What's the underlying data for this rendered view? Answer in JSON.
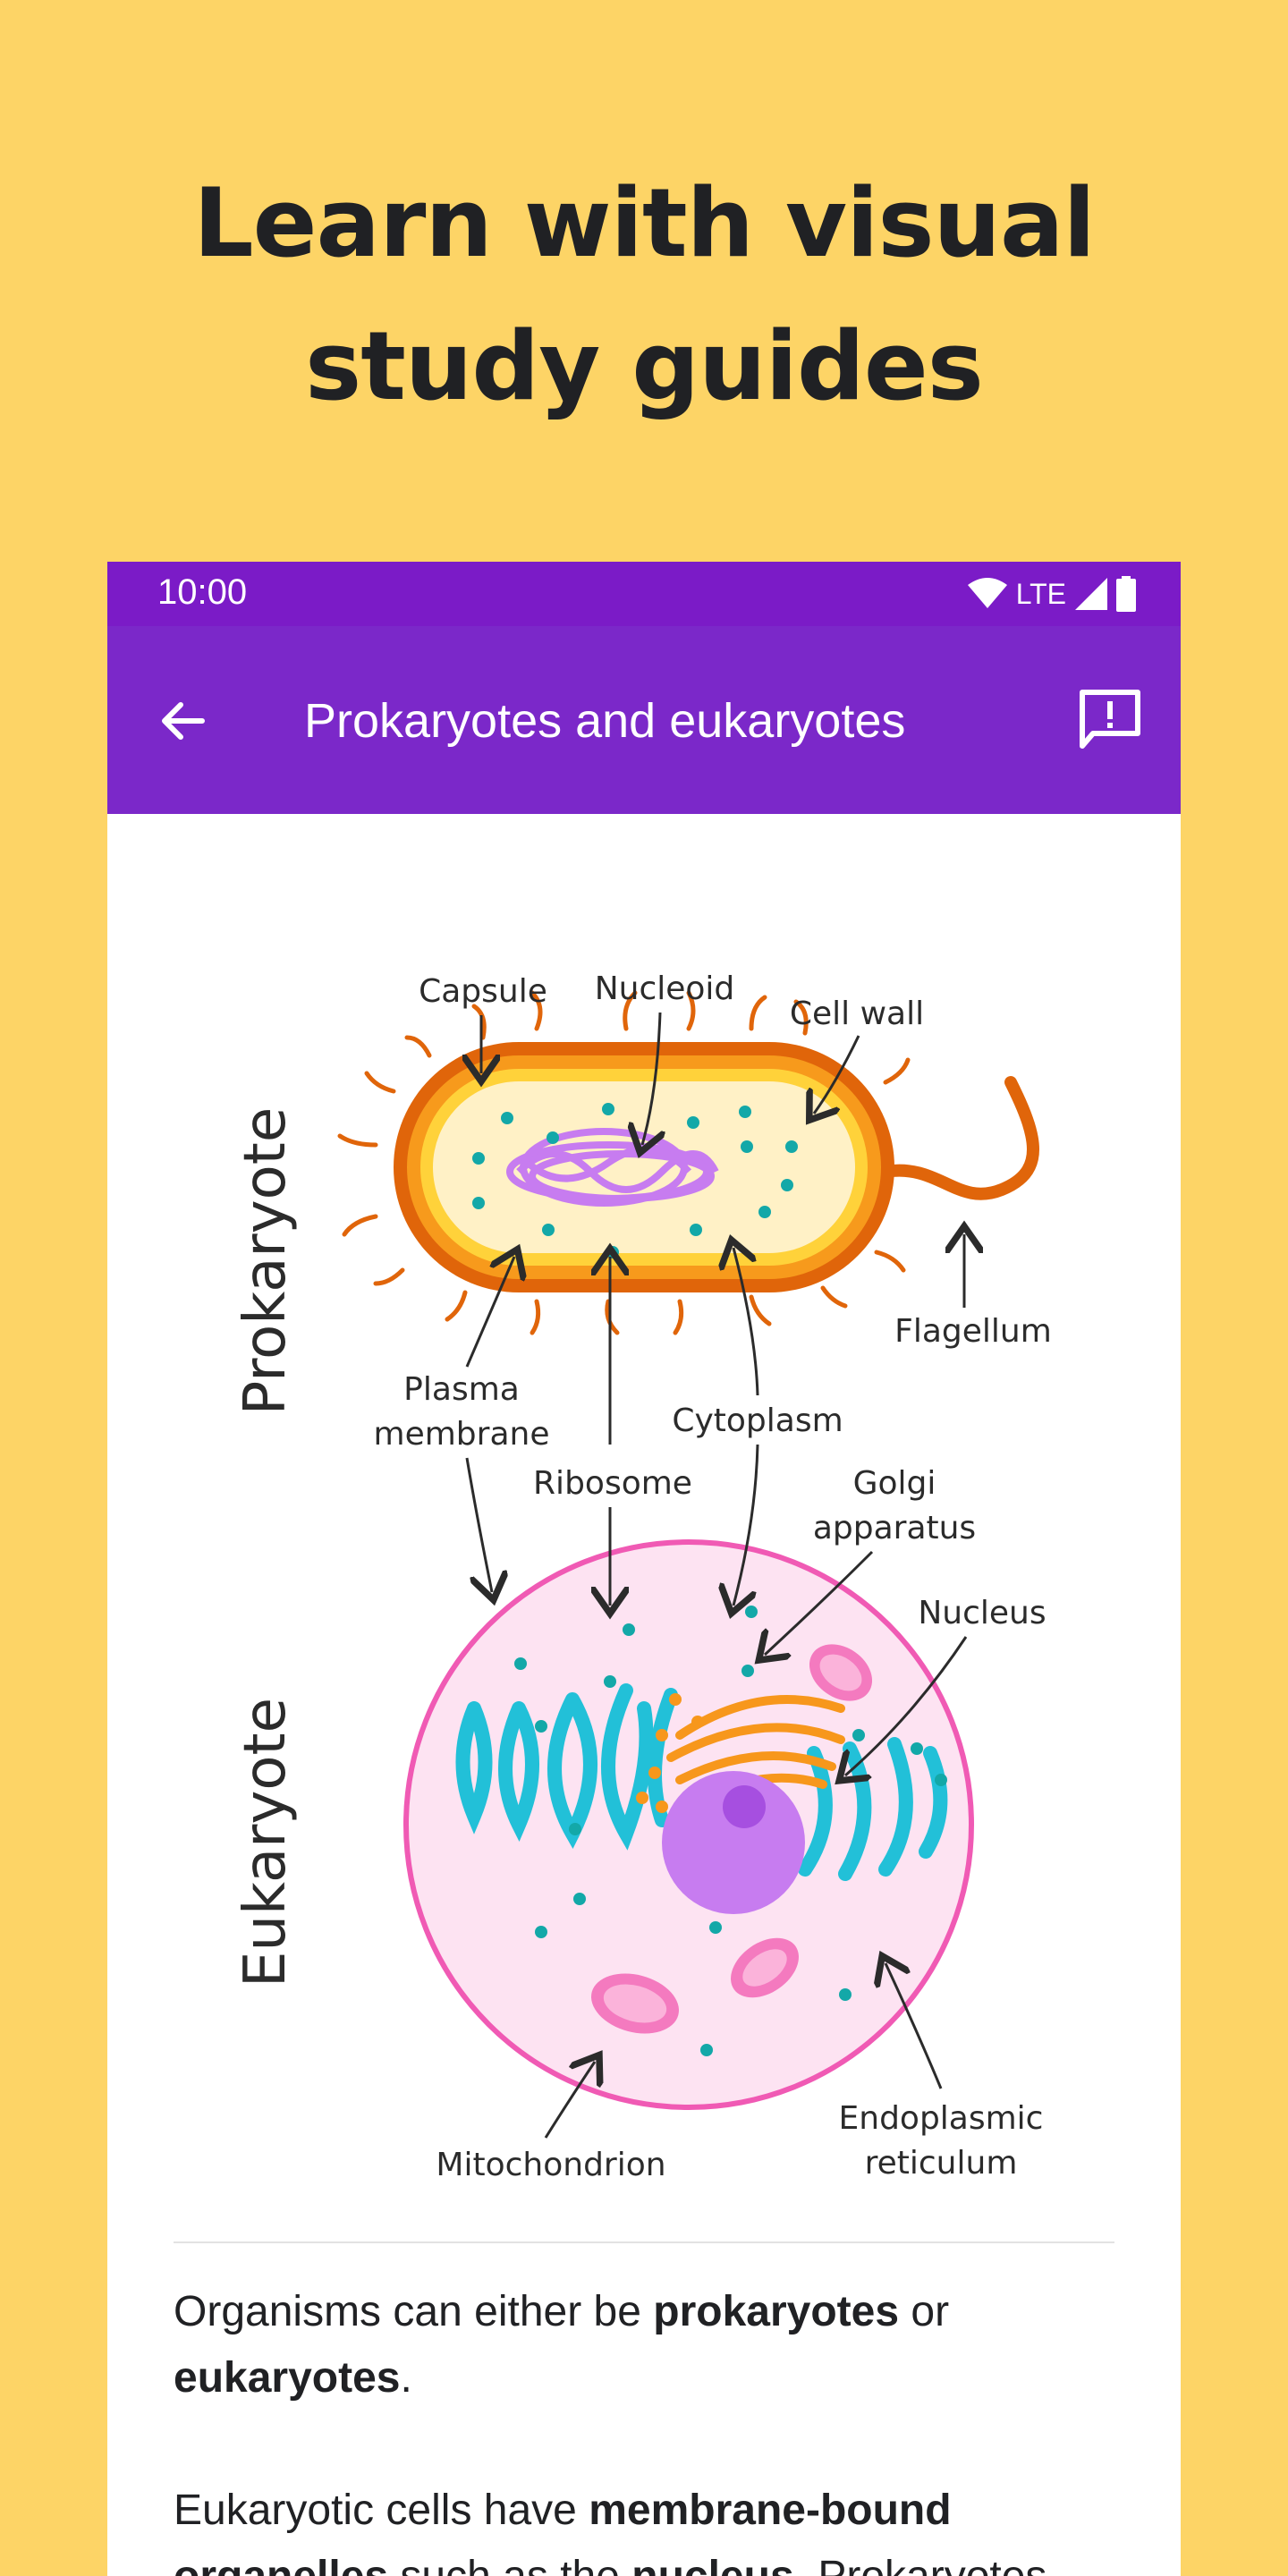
{
  "promo": {
    "headline_line1": "Learn with visual",
    "headline_line2": "study guides"
  },
  "status_bar": {
    "time": "10:00",
    "network": "LTE"
  },
  "app_bar": {
    "title": "Prokaryotes and eukaryotes"
  },
  "diagram": {
    "side_labels": {
      "top": "Prokaryote",
      "bottom": "Eukaryote"
    },
    "labels": {
      "capsule": "Capsule",
      "nucleoid": "Nucleoid",
      "cell_wall": "Cell wall",
      "flagellum": "Flagellum",
      "plasma_1": "Plasma",
      "plasma_2": "membrane",
      "cytoplasm": "Cytoplasm",
      "ribosome": "Ribosome",
      "golgi_1": "Golgi",
      "golgi_2": "apparatus",
      "nucleus": "Nucleus",
      "mitochondrion": "Mitochondrion",
      "er_1": "Endoplasmic",
      "er_2": "reticulum"
    }
  },
  "body": {
    "p1_a": "Organisms can either be ",
    "p1_b": "prokaryotes",
    "p1_c": " or ",
    "p1_d": "eukaryotes",
    "p1_e": ".",
    "p2_a": "Eukaryotic cells have ",
    "p2_b": "membrane-bound organelles",
    "p2_c": " such as the ",
    "p2_d": "nucleus",
    "p2_e": ". Prokaryotes"
  },
  "colors": {
    "background": "#FDD466",
    "status_bar": "#7B1BC7",
    "app_bar": "#7B28C9",
    "prokaryote_wall": "#E0650A",
    "eukaryote_membrane": "#F05AB4",
    "organelle_cyan": "#22C0D8",
    "nucleus_purple": "#C77CF0"
  },
  "icons": [
    "back-arrow-icon",
    "feedback-icon",
    "wifi-icon",
    "signal-icon",
    "battery-icon"
  ]
}
